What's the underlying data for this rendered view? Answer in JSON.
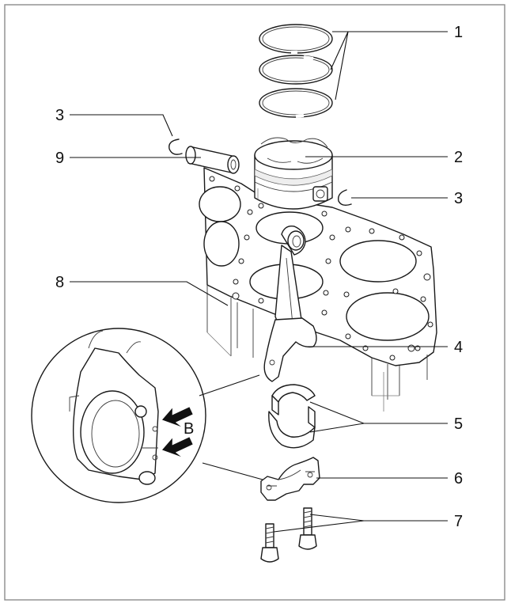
{
  "callouts": {
    "c1": "1",
    "c2": "2",
    "c3a": "3",
    "c3b": "3",
    "c4": "4",
    "c5": "5",
    "c6": "6",
    "c7": "7",
    "c8": "8",
    "c9": "9",
    "detail_b": "B"
  },
  "colors": {
    "line": "#111111",
    "border": "#8c8c8c",
    "background": "#ffffff"
  }
}
